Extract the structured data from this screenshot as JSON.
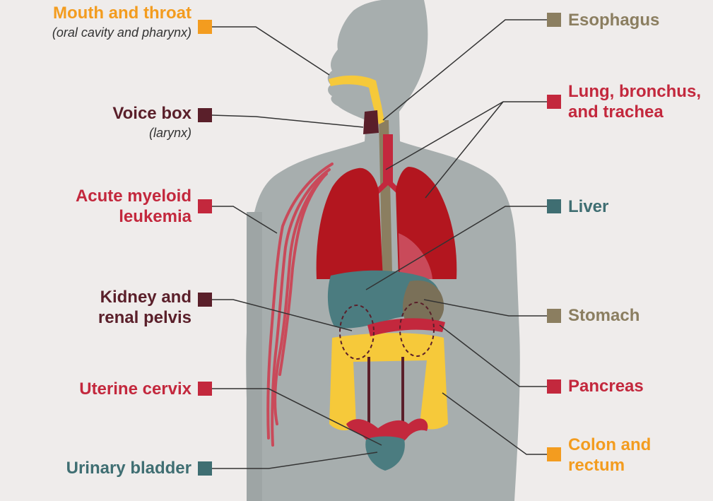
{
  "colors": {
    "background": "#efeceb",
    "body": "#a7aeae",
    "yellow_label": "#f39c1f",
    "red_label": "#c3283d",
    "maroon_label": "#5a1f2a",
    "teal_label": "#3f6e72",
    "brown_label": "#8b7e60",
    "lung": "#b3161f",
    "liver": "#4b7c80",
    "stomach": "#7a7058",
    "yellow_organ": "#f6c93a",
    "leader_line": "#333333"
  },
  "labels": {
    "mouth_throat": {
      "title": "Mouth and throat",
      "subtitle": "(oral cavity and pharynx)",
      "color": "#f39c1f"
    },
    "voice_box": {
      "title": "Voice box",
      "subtitle": "(larynx)",
      "color": "#5a1f2a"
    },
    "aml": {
      "line1": "Acute myeloid",
      "line2": "leukemia",
      "color": "#c3283d"
    },
    "kidney": {
      "line1": "Kidney and",
      "line2": "renal pelvis",
      "color": "#5a1f2a"
    },
    "cervix": {
      "title": "Uterine cervix",
      "color": "#c3283d"
    },
    "bladder": {
      "title": "Urinary bladder",
      "color": "#3f6e72"
    },
    "esophagus": {
      "title": "Esophagus",
      "color": "#8b7e60"
    },
    "lung": {
      "line1": "Lung, bronchus,",
      "line2": "and trachea",
      "color": "#c3283d"
    },
    "liver": {
      "title": "Liver",
      "color": "#3f6e72"
    },
    "stomach": {
      "title": "Stomach",
      "color": "#8b7e60"
    },
    "pancreas": {
      "title": "Pancreas",
      "color": "#c3283d"
    },
    "colon": {
      "line1": "Colon and",
      "line2": "rectum",
      "color": "#f39c1f"
    }
  }
}
